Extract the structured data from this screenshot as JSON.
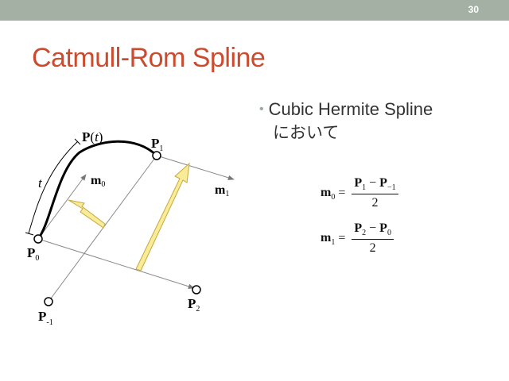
{
  "slide": {
    "number": "30",
    "title": "Catmull-Rom Spline"
  },
  "bullet": {
    "line1": "Cubic Hermite Spline",
    "line2": "において"
  },
  "labels": {
    "P_t": "P",
    "P_t_arg_open": "(",
    "P_t_arg": "t",
    "P_t_arg_close": ")",
    "t": "t",
    "m0": "m",
    "m0_sub": "0",
    "m1": "m",
    "m1_sub": "1",
    "P0": "P",
    "P0_sub": "0",
    "P1": "P",
    "P1_sub": "1",
    "P2": "P",
    "P2_sub": "2",
    "Pm1": "P",
    "Pm1_sub": "-1"
  },
  "formulas": {
    "m0": {
      "lhs": "m",
      "lhs_sub": "0",
      "eq": "=",
      "num_a": "P",
      "num_a_sub": "1",
      "minus": "−",
      "num_b": "P",
      "num_b_sub": "−1",
      "den": "2"
    },
    "m1": {
      "lhs": "m",
      "lhs_sub": "1",
      "eq": "=",
      "num_a": "P",
      "num_a_sub": "2",
      "minus": "−",
      "num_b": "P",
      "num_b_sub": "0",
      "den": "2"
    }
  },
  "colors": {
    "title": "#cc4a2e",
    "topbar": "#a4b0a4",
    "arrow_fill": "#f8ec98",
    "arrow_stroke": "#c8a83a",
    "curve": "#000000",
    "line": "#888888"
  }
}
